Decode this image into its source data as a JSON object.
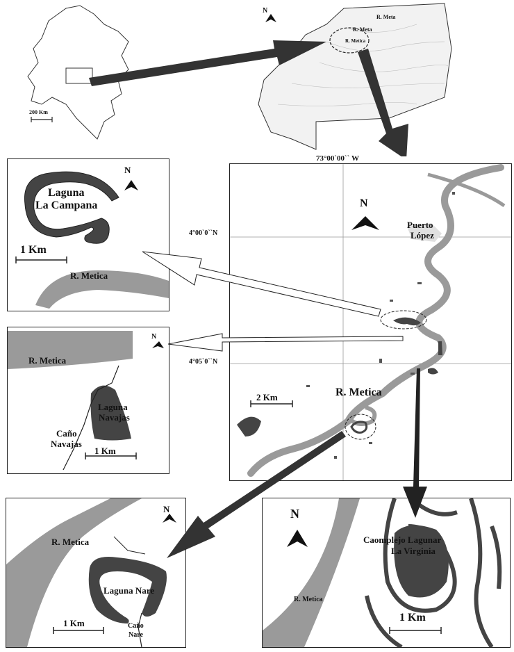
{
  "overview": {
    "river_labels": [
      "R. Meta",
      "R. Meta",
      "R. Metica"
    ],
    "scale_label": "200 Km",
    "north_label": "N"
  },
  "main_map": {
    "longitude_label": "73°00`00`` W",
    "latitude_labels": [
      "4°00`0``N",
      "4°05`0``N"
    ],
    "town_label": [
      "Puerto",
      "López"
    ],
    "river_label": "R. Metica",
    "scale_label": "2 Km",
    "north_label": "N"
  },
  "inset_campana": {
    "lake_label": [
      "Laguna",
      "La Campana"
    ],
    "river_label": "R. Metica",
    "scale_label": "1 Km",
    "north_label": "N"
  },
  "inset_navajas": {
    "lake_label": [
      "Laguna",
      "Navajas"
    ],
    "river_label": "R. Metica",
    "creek_label": [
      "Caño",
      "Navajas"
    ],
    "scale_label": "1 Km",
    "north_label": "N"
  },
  "inset_nare": {
    "lake_label": "Laguna Nare",
    "river_label": "R. Metica",
    "creek_label": [
      "Caño",
      "Nare"
    ],
    "scale_label": "1 Km",
    "north_label": "N"
  },
  "inset_virginia": {
    "lake_label": [
      "Caomplejo Lagunar",
      "La Virginia"
    ],
    "river_label": "R. Metica",
    "scale_label": "1 Km",
    "north_label": "N"
  },
  "colors": {
    "river": "#9a9a9a",
    "lake": "#444444",
    "outline": "#222222",
    "arrow": "#333333"
  }
}
